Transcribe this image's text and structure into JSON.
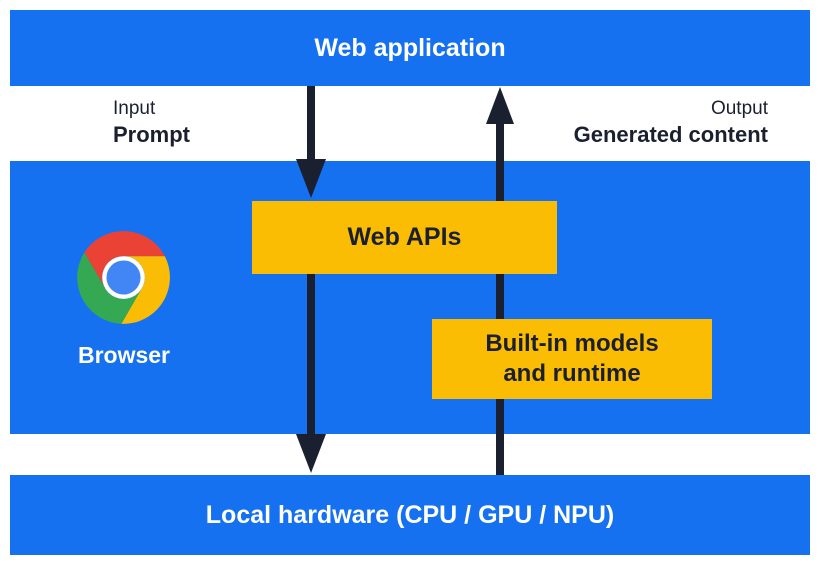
{
  "diagram": {
    "web_application_layer": {
      "label": "Web application"
    },
    "io": {
      "input_kind": "Input",
      "input_value": "Prompt",
      "output_kind": "Output",
      "output_value": "Generated content"
    },
    "browser_layer": {
      "icon": "chrome-icon",
      "label": "Browser",
      "web_apis_box": {
        "label": "Web APIs"
      },
      "built_in_models_box": {
        "line1": "Built-in models",
        "line2": "and runtime"
      }
    },
    "local_hardware_layer": {
      "label": "Local hardware (CPU / GPU / NPU)"
    },
    "colors": {
      "panel_blue": "#1671F0",
      "box_yellow": "#FBBC04",
      "ink_navy": "#1A2030",
      "text_white": "#FFFFFF",
      "chrome_red": "#EA4335",
      "chrome_yellow": "#FBBC05",
      "chrome_green": "#34A853",
      "chrome_blue": "#4285F4"
    }
  }
}
